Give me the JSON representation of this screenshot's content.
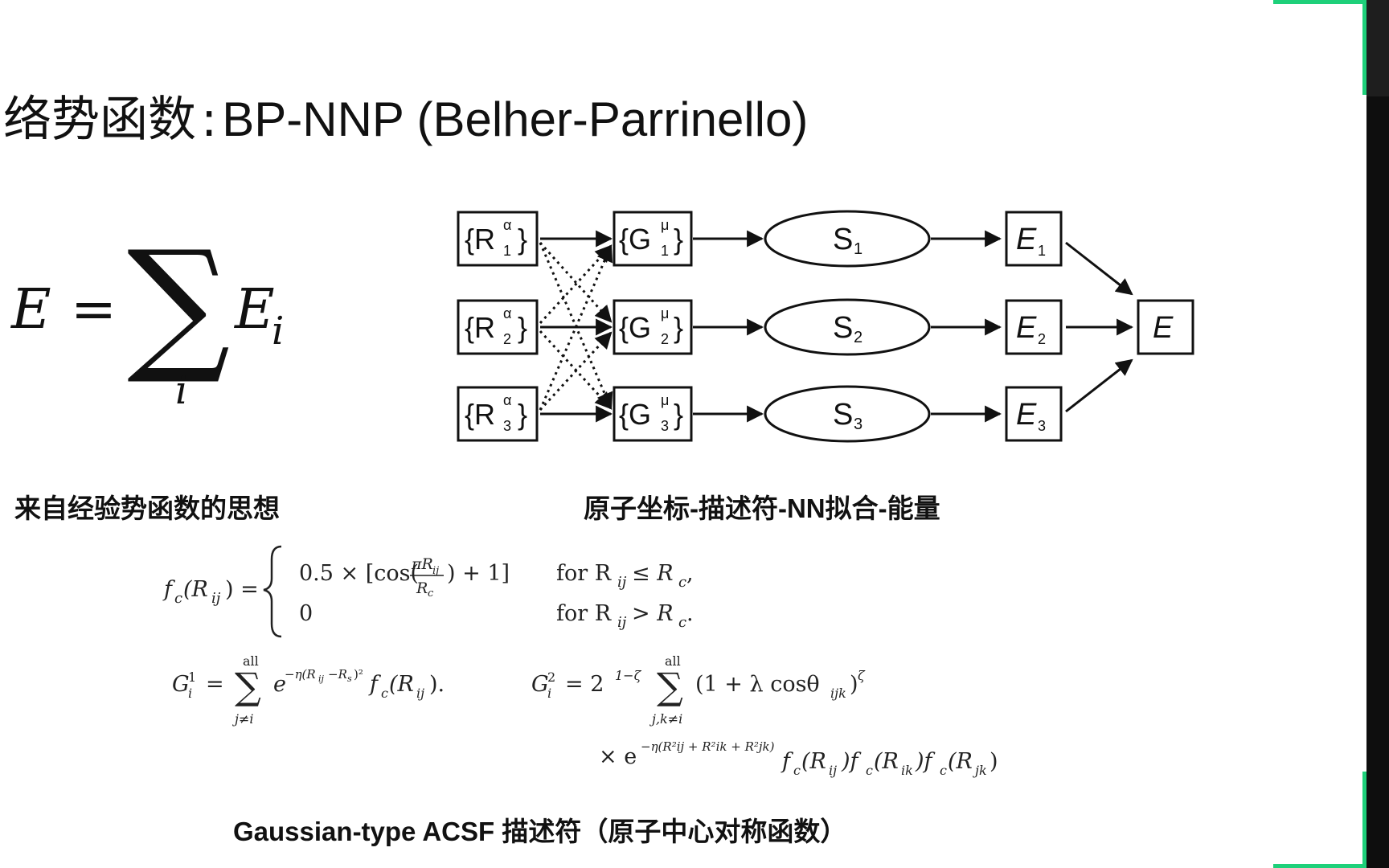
{
  "slide": {
    "title_prefix": "络势函数",
    "title_colon": ":",
    "title_main": "BP-NNP (Belher-Parrinello)",
    "caption_left": "来自经验势函数的思想",
    "caption_right": "原子坐标-描述符-NN拟合-能量",
    "caption_bottom": "Gaussian-type ACSF 描述符（原子中心对称函数）"
  },
  "sum_formula": {
    "lhs": "E",
    "equals": "=",
    "sigma": "∑",
    "term": "E",
    "term_sub": "i",
    "index": "i"
  },
  "diagram": {
    "inputs": [
      {
        "base": "{R",
        "sub": "1",
        "sup": "α",
        "close": "}"
      },
      {
        "base": "{R",
        "sub": "2",
        "sup": "α",
        "close": "}"
      },
      {
        "base": "{R",
        "sub": "3",
        "sup": "α",
        "close": "}"
      }
    ],
    "descriptors": [
      {
        "base": "{G",
        "sub": "1",
        "sup": "μ",
        "close": "}"
      },
      {
        "base": "{G",
        "sub": "2",
        "sup": "μ",
        "close": "}"
      },
      {
        "base": "{G",
        "sub": "3",
        "sup": "μ",
        "close": "}"
      }
    ],
    "networks": [
      {
        "base": "S",
        "sub": "1"
      },
      {
        "base": "S",
        "sub": "2"
      },
      {
        "base": "S",
        "sub": "3"
      }
    ],
    "energies": [
      {
        "base": "E",
        "sub": "1"
      },
      {
        "base": "E",
        "sub": "2"
      },
      {
        "base": "E",
        "sub": "3"
      }
    ],
    "total": "E"
  },
  "formulas": {
    "fc_lhs": "f",
    "fc_lhs_sub": "c",
    "fc_arg": "(R",
    "fc_arg_sub": "ij",
    "fc_arg_close": ") =",
    "case1_value": "0.5 × [cos(",
    "case1_frac_num": "πR",
    "case1_frac_num_sub": "ij",
    "case1_frac_den": "R",
    "case1_frac_den_sub": "c",
    "case1_tail": ") + 1]",
    "case1_cond": "for R",
    "case1_cond_sub": "ij",
    "case1_cond_tail": " ≤ R",
    "case1_cond_tail_sub": "c",
    "case1_end": ",",
    "case2_value": "0",
    "case2_cond": "for R",
    "case2_cond_sub": "ij",
    "case2_cond_tail": " > R",
    "case2_cond_tail_sub": "c",
    "case2_end": ".",
    "g1_lhs": "G",
    "g1_sup": "1",
    "g1_sub": "i",
    "g1_eq": "=",
    "g1_sum_top": "all",
    "g1_sum_bottom": "j≠i",
    "g1_body": "e",
    "g1_exp": "−η(R",
    "g1_exp_sub": "ij",
    "g1_exp_mid": "−R",
    "g1_exp_sub2": "s",
    "g1_exp_end": ")²",
    "g1_tail": "f",
    "g1_tail_sub": "c",
    "g1_tail_arg": "(R",
    "g1_tail_arg_sub": "ij",
    "g1_tail_end": ").",
    "g2_lhs": "G",
    "g2_sup": "2",
    "g2_sub": "i",
    "g2_eq": "= 2",
    "g2_pow": "1−ζ",
    "g2_sum_top": "all",
    "g2_sum_bottom": "j,k≠i",
    "g2_body": "(1 + λ cosθ",
    "g2_body_sub": "ijk",
    "g2_body_end": ")",
    "g2_body_pow": "ζ",
    "g2_line2_prefix": "× e",
    "g2_line2_exp": "−η(R²ij + R²ik + R²jk)",
    "g2_line2_tail": "f",
    "g2_line2_c": "c",
    "g2_line2_r1": "(R",
    "g2_line2_r1_sub": "ij",
    "g2_line2_r2": ")f",
    "g2_line2_r2_sub": "ik",
    "g2_line2_r3_sub": "jk",
    "g2_line2_end": ")"
  },
  "colors": {
    "accent_green": "#1ed07a",
    "sidebar_dark": "#0e0e0e"
  }
}
